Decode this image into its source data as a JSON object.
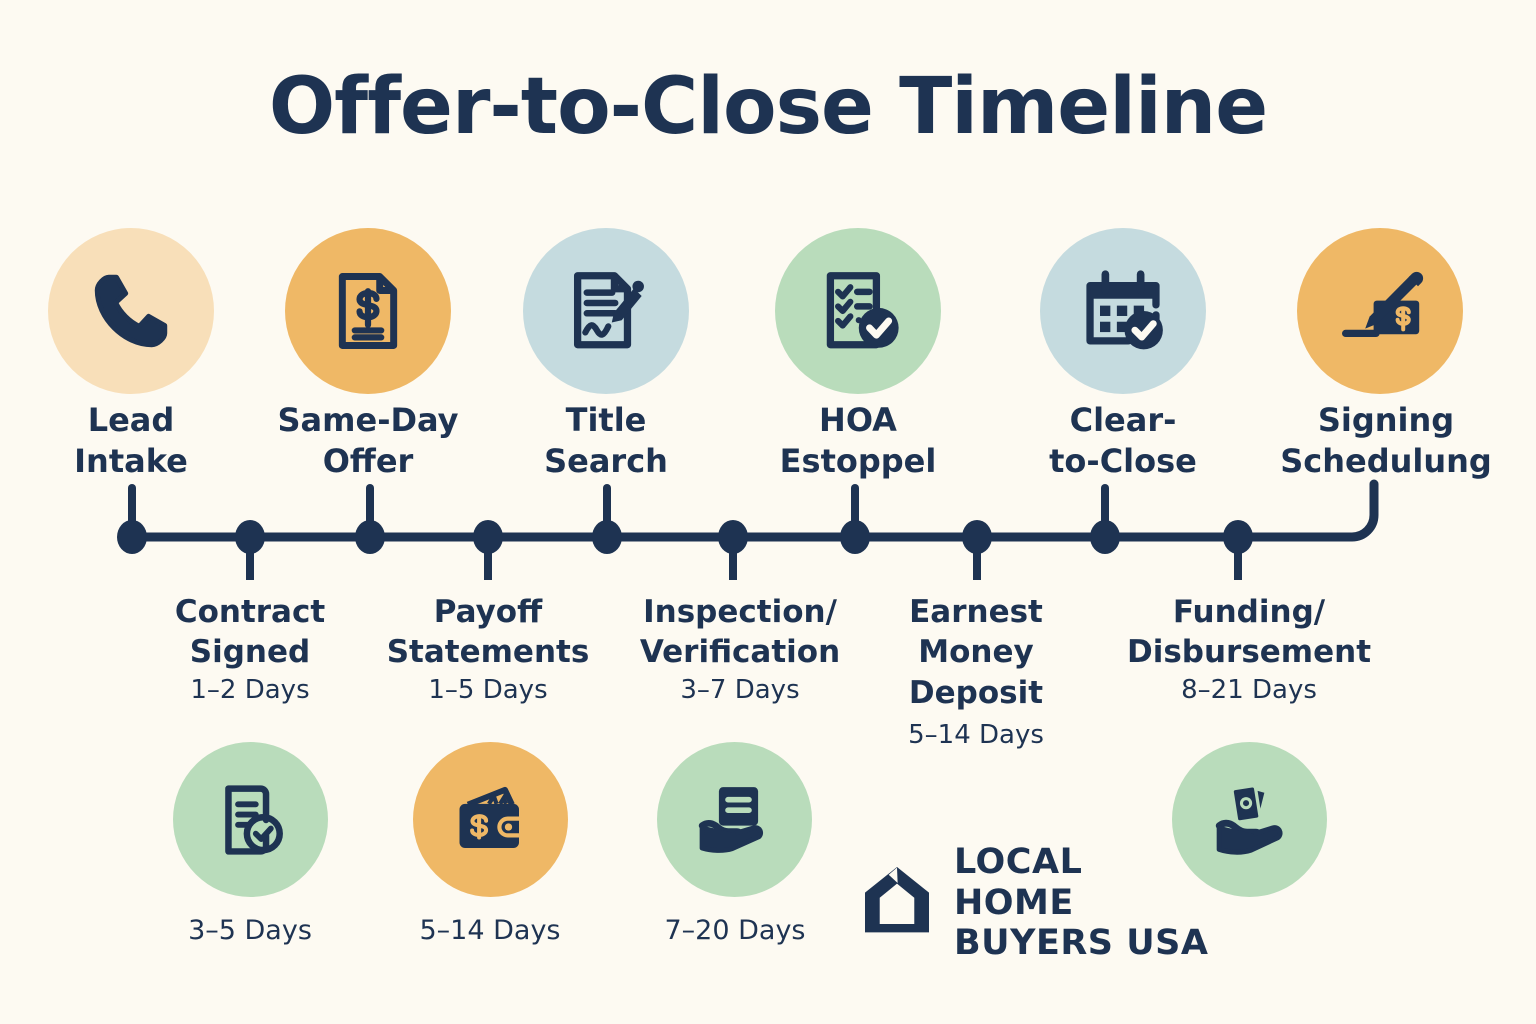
{
  "title": "Offer-to-Close Timeline",
  "colors": {
    "background": "#FDFAF2",
    "navy": "#1E3352",
    "peach": "#F8DFB9",
    "orange": "#EFB866",
    "blue_gray": "#C5DBDF",
    "green": "#B9DCBB"
  },
  "top_stages": [
    {
      "label": "Lead\nIntake",
      "icon": "phone-icon",
      "circle_color": "#F8DFB9"
    },
    {
      "label": "Same-Day\nOffer",
      "icon": "document-dollar-icon",
      "circle_color": "#EFB866"
    },
    {
      "label": "Title\nSearch",
      "icon": "document-pen-icon",
      "circle_color": "#C5DBDF"
    },
    {
      "label": "HOA\nEstoppel",
      "icon": "checklist-check-icon",
      "circle_color": "#B9DCBB"
    },
    {
      "label": "Clear-\nto-Close",
      "icon": "calendar-check-icon",
      "circle_color": "#C5DBDF"
    },
    {
      "label": "Signing\nSchedulung",
      "icon": "pen-money-icon",
      "circle_color": "#EFB866"
    }
  ],
  "bottom_stages": [
    {
      "label": "Contract\nSigned",
      "duration": "1–2 Days"
    },
    {
      "label": "Payoff\nStatements",
      "duration": "1–5 Days"
    },
    {
      "label": "Inspection/\nVerification",
      "duration": "3–7 Days"
    },
    {
      "label": "Earnest\nMoney\nDeposit",
      "duration": "5–14 Days"
    },
    {
      "label": "Funding/\nDisbursement",
      "duration": "8–21 Days"
    }
  ],
  "bottom_icons": [
    {
      "icon": "document-check-icon",
      "circle_color": "#B9DCBB",
      "duration": "3–5 Days"
    },
    {
      "icon": "wallet-dollar-icon",
      "circle_color": "#EFB866",
      "duration": "5–14  Days"
    },
    {
      "icon": "hand-document-icon",
      "circle_color": "#B9DCBB",
      "duration": "7–20 Days"
    },
    {
      "icon": "hand-cash-icon",
      "circle_color": "#B9DCBB",
      "duration": ""
    }
  ],
  "logo": {
    "icon": "house-icon",
    "line1": "LOCAL",
    "line2": "HOME",
    "line3": "BUYERS USA"
  },
  "timeline": {
    "node_count": 11,
    "stem_pattern": "alternating up/down"
  }
}
